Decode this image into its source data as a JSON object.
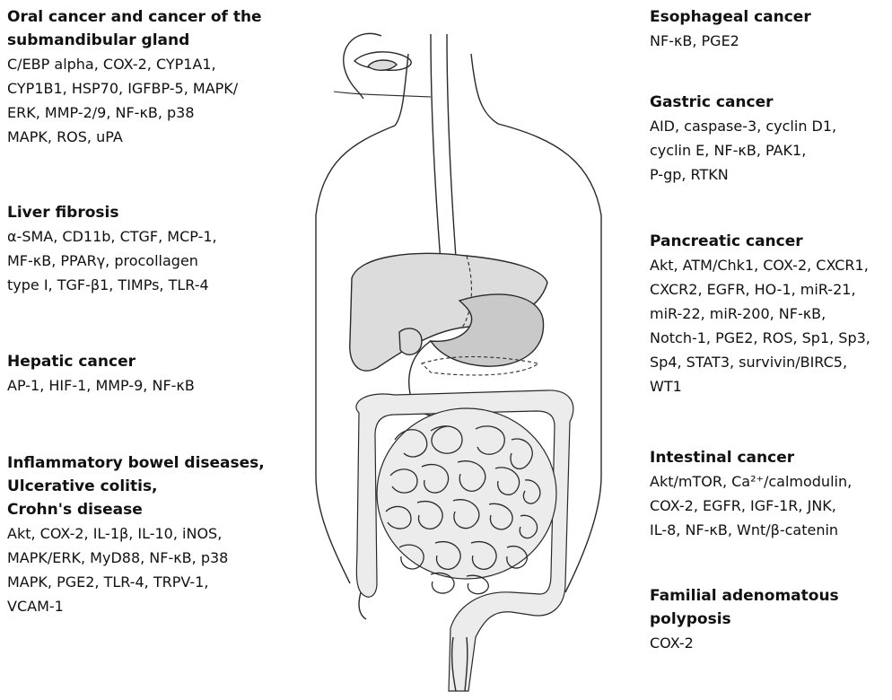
{
  "left": {
    "oral": {
      "title_lines": [
        "Oral cancer and cancer of the",
        "submandibular gland"
      ],
      "lines": [
        "C/EBP alpha, COX-2, CYP1A1,",
        "CYP1B1, HSP70, IGFBP-5, MAPK/",
        "ERK, MMP-2/9, NF-κB, p38",
        "MAPK, ROS, uPA"
      ]
    },
    "liver": {
      "title_lines": [
        "Liver fibrosis"
      ],
      "lines": [
        "α-SMA, CD11b, CTGF, MCP-1,",
        "MF-κB, PPARγ, procollagen",
        "type Ⅰ, TGF-β1, TIMPs, TLR-4"
      ]
    },
    "hepatic": {
      "title_lines": [
        "Hepatic cancer"
      ],
      "lines": [
        "AP-1, HIF-1, MMP-9, NF-κB"
      ]
    },
    "ibd": {
      "title_lines": [
        "Inflammatory bowel diseases,",
        "Ulcerative colitis,",
        "Crohn's disease"
      ],
      "lines": [
        "Akt, COX-2, IL-1β, IL-10, iNOS,",
        "MAPK/ERK, MyD88, NF-κB, p38",
        "MAPK, PGE2, TLR-4, TRPV-1,",
        "VCAM-1"
      ]
    }
  },
  "right": {
    "esophageal": {
      "title_lines": [
        "Esophageal cancer"
      ],
      "lines": [
        "NF-κB, PGE2"
      ]
    },
    "gastric": {
      "title_lines": [
        "Gastric cancer"
      ],
      "lines": [
        "AID, caspase-3, cyclin D1,",
        "cyclin E, NF-κB, PAK1,",
        "P-gp, RTKN"
      ]
    },
    "pancreatic": {
      "title_lines": [
        "Pancreatic cancer"
      ],
      "lines": [
        "Akt, ATM/Chk1, COX-2, CXCR1,",
        "CXCR2, EGFR, HO-1, miR-21,",
        "miR-22, miR-200, NF-κB,",
        "Notch-1, PGE2, ROS, Sp1, Sp3,",
        "Sp4, STAT3, survivin/BIRC5,",
        "WT1"
      ]
    },
    "intestinal": {
      "title_lines": [
        "Intestinal cancer"
      ],
      "lines": [
        "Akt/mTOR, Ca²⁺/calmodulin,",
        "COX-2, EGFR, IGF-1R, JNK,",
        "IL-8, NF-κB, Wnt/β-catenin"
      ]
    },
    "fap": {
      "title_lines": [
        "Familial adenomatous",
        "polyposis"
      ],
      "lines": [
        "COX-2"
      ]
    }
  }
}
